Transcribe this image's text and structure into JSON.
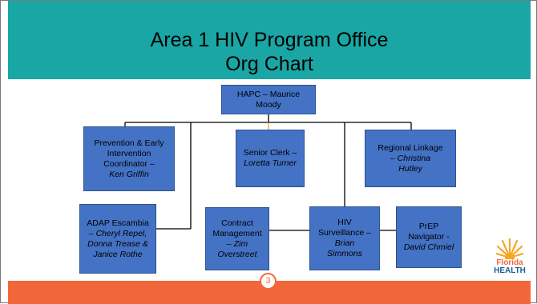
{
  "title": {
    "line1": "Area 1 HIV Program Office",
    "line2": "Org Chart"
  },
  "nodes": {
    "hapc": {
      "lines": [
        "HAPC – Maurice",
        "Moody"
      ],
      "italic": []
    },
    "prevention": {
      "lines": [
        "Prevention & Early",
        "Intervention",
        "Coordinator –"
      ],
      "italic": [
        "Ken Griffin"
      ]
    },
    "senior_clerk": {
      "lines": [
        "Senior Clerk –"
      ],
      "italic": [
        "Loretta Turner"
      ]
    },
    "regional_linkage": {
      "lines": [
        "Regional Linkage"
      ],
      "italic": [
        "– Christina",
        "Hutley"
      ]
    },
    "adap": {
      "lines": [
        "ADAP Escambia"
      ],
      "italic": [
        "– Cheryl Repel,",
        "Donna Trease &",
        "Janice Rothe"
      ]
    },
    "contract": {
      "lines": [
        "Contract",
        "Management"
      ],
      "italic": [
        "– Zim",
        "Overstreet"
      ]
    },
    "surveillance": {
      "lines": [
        "HIV",
        "Surveillance –"
      ],
      "italic": [
        "Brian",
        "Simmons"
      ]
    },
    "prep": {
      "lines": [
        "PrEP",
        "Navigator -"
      ],
      "italic": [
        "David Chmiel"
      ]
    }
  },
  "page_number": "3",
  "logo": {
    "line1": "Florida",
    "line2": "HEALTH"
  },
  "colors": {
    "title_band": "#1aa6a4",
    "bottom_band": "#f2673a",
    "node_fill": "#4472c4",
    "connector": "#000000",
    "accent": "#f5a623"
  }
}
